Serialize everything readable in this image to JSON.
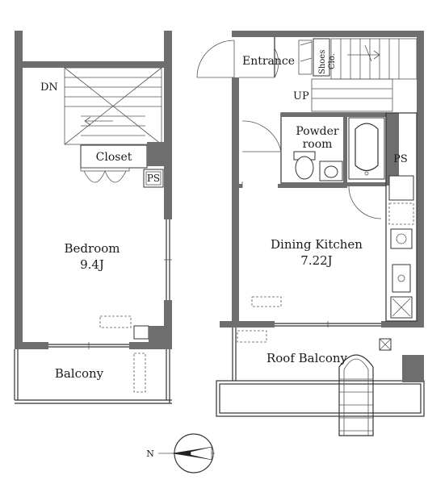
{
  "rooms": {
    "bedroom_name": "Bedroom",
    "bedroom_size": "9.4J",
    "closet": "Closet",
    "ps_left": "PS",
    "balcony": "Balcony",
    "entrance": "Entrance",
    "shoes_line1": "Shoes",
    "shoes_line2": "Clo.",
    "up": "UP",
    "dn": "DN",
    "powder_line1": "Powder",
    "powder_line2": "room",
    "ps_right": "PS",
    "dining_name": "Dining Kitchen",
    "dining_size": "7.22J",
    "roof_balcony": "Roof Balcony"
  },
  "compass": {
    "north_label": "N"
  }
}
